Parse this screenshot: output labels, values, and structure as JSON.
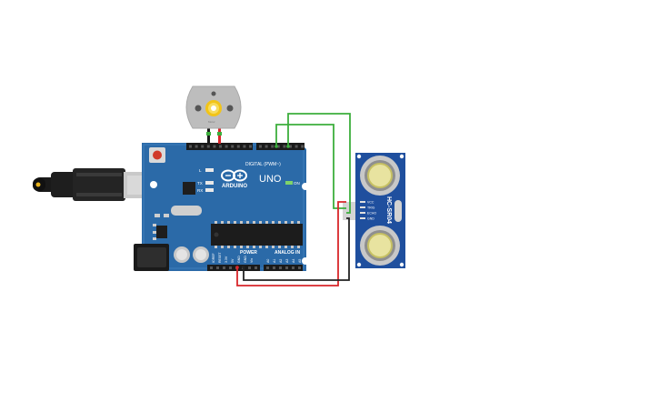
{
  "board": {
    "brand": "ARDUINO",
    "model": "UNO",
    "digital_header_label": "DIGITAL (PWM~)",
    "power_label": "POWER",
    "analog_label": "ANALOG IN",
    "on_led_label": "ON",
    "l_led_label": "L",
    "tx_label": "TX",
    "rx_label": "RX",
    "analog_pins": [
      "A0",
      "A1",
      "A2",
      "A3",
      "A4",
      "A5"
    ],
    "power_pins": [
      "IOREF",
      "RESET",
      "3.3V",
      "5V",
      "GND",
      "GND",
      "Vin"
    ]
  },
  "sensor": {
    "model": "HC-SR04",
    "pins": [
      "VCC",
      "TRIG",
      "ECHO",
      "GND"
    ]
  },
  "motor": {
    "label": "Motor"
  },
  "colors": {
    "board": "#2b6aa8",
    "sensor": "#1f4f9e",
    "wire_green": "#3cae3c",
    "wire_red": "#d8262a",
    "wire_black": "#222222",
    "motor_body": "#bdbdbd",
    "motor_shaft": "#f2c418"
  }
}
